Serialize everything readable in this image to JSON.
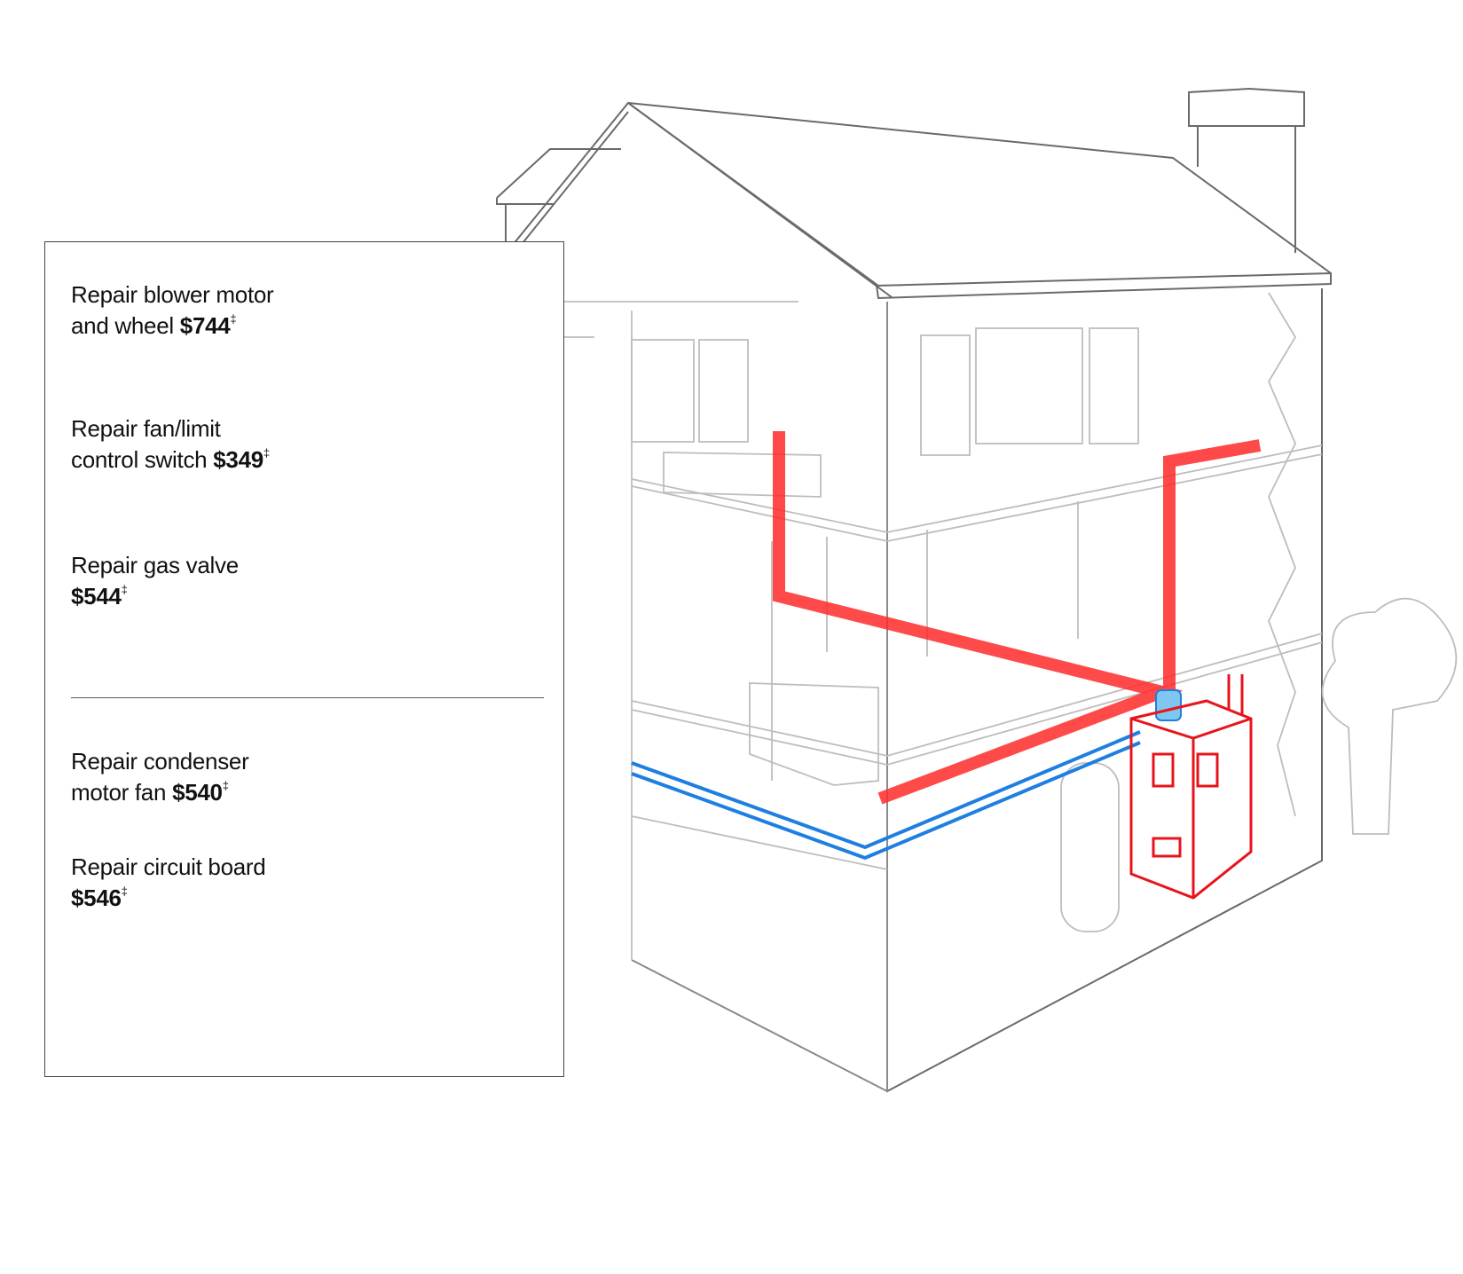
{
  "repairs": {
    "furnace": [
      {
        "line1": "Repair blower motor",
        "line2": "and wheel",
        "price": "$744",
        "mark": "‡"
      },
      {
        "line1": "Repair fan/limit",
        "line2": "control switch",
        "price": "$349",
        "mark": "‡"
      },
      {
        "line1": "Repair gas valve",
        "line2": "",
        "price": "$544",
        "mark": "‡"
      }
    ],
    "ac_unit": [
      {
        "line1": "Repair condenser",
        "line2": "motor fan",
        "price": "$540",
        "mark": "‡"
      },
      {
        "line1": "Repair circuit board",
        "line2": "",
        "price": "$546",
        "mark": "‡"
      }
    ]
  },
  "colors": {
    "supply_duct": "#ff2a2a",
    "return_line": "#1e7fe0",
    "furnace_outline": "#e8141c",
    "house_lines": "#b8b8b8",
    "house_exterior": "#555555"
  },
  "icons": {
    "house": "house-cutaway-illustration",
    "furnace": "furnace-cutaway-illustration",
    "ac": "ac-condenser-illustration",
    "tree": "tree-icon"
  }
}
